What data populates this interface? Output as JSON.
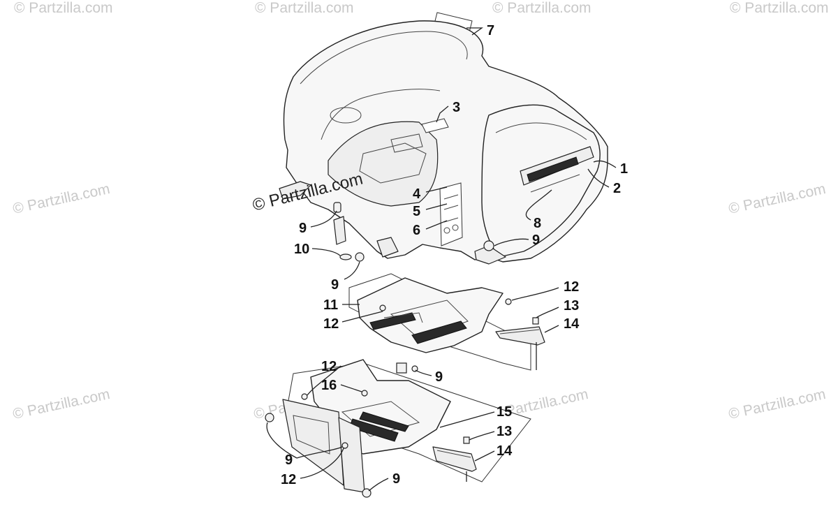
{
  "watermarks": {
    "main": "© Partzilla.com",
    "faint": "© Partzilla.com"
  },
  "callouts": {
    "c1": "1",
    "c2": "2",
    "c3": "3",
    "c4": "4",
    "c5": "5",
    "c6": "6",
    "c7": "7",
    "c8": "8",
    "c9a": "9",
    "c9b": "9",
    "c9c": "9",
    "c10": "10",
    "c11": "11",
    "c12a": "12",
    "c12b": "12",
    "c13a": "13",
    "c14a": "14",
    "c12c": "12",
    "c16": "16",
    "c9d": "9",
    "c15": "15",
    "c13b": "13",
    "c14b": "14",
    "c9e": "9",
    "c12d": "12",
    "c9f": "9"
  }
}
